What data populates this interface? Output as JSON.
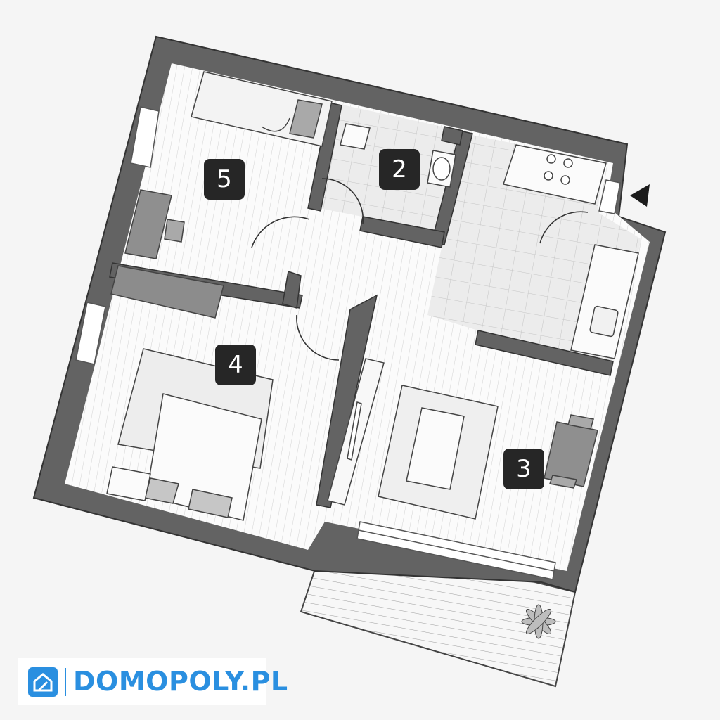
{
  "rooms": [
    {
      "id": "room-2",
      "label": "2"
    },
    {
      "id": "room-3",
      "label": "3"
    },
    {
      "id": "room-4",
      "label": "4"
    },
    {
      "id": "room-5",
      "label": "5"
    }
  ],
  "logo": {
    "text": "DOMOPOLY.PL",
    "icon": "house-icon"
  },
  "colors": {
    "wall": "#636363",
    "floor": "#fbfbfb",
    "tile": "#e9e9e9",
    "furniture": "#a9a9a9",
    "badge": "#262626",
    "brand": "#2a8fe0"
  }
}
